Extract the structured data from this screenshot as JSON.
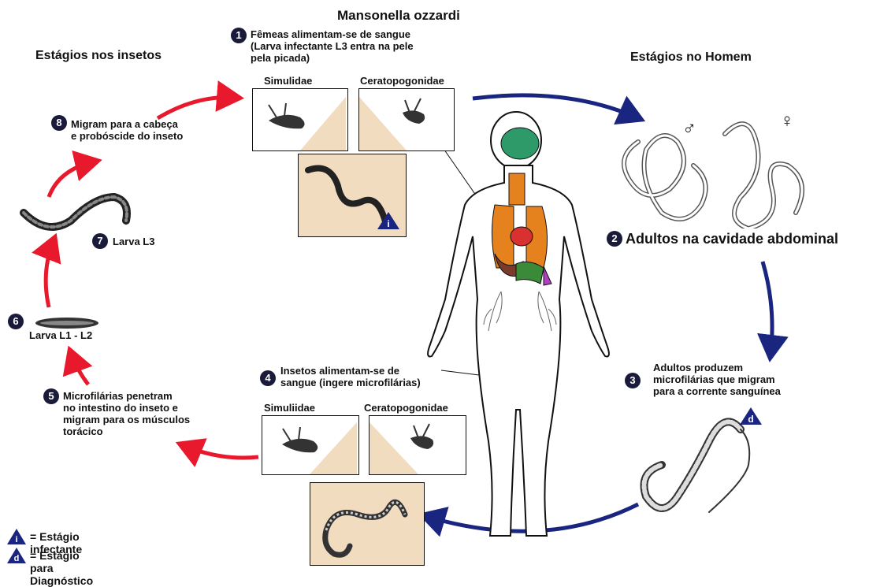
{
  "title": "Mansonella ozzardi",
  "headings": {
    "insects": "Estágios nos insetos",
    "human": "Estágios no Homem"
  },
  "steps": {
    "s1": {
      "num": "1",
      "lines": [
        "Fêmeas alimentam-se de sangue",
        "(Larva infectante L3 entra na pele",
        "pela picada)"
      ]
    },
    "s2": {
      "num": "2",
      "text": "Adultos na cavidade abdominal"
    },
    "s3": {
      "num": "3",
      "lines": [
        "Adultos produzem",
        "microfilárias que migram",
        "para a corrente sanguínea"
      ]
    },
    "s4": {
      "num": "4",
      "lines": [
        "Insetos alimentam-se de",
        "sangue (ingere microfilárias)"
      ]
    },
    "s5": {
      "num": "5",
      "lines": [
        "Microfilárias penetram",
        "no intestino do inseto e",
        "migram para os músculos",
        "torácico"
      ]
    },
    "s6": {
      "num": "6",
      "text": "Larva L1 - L2"
    },
    "s7": {
      "num": "7",
      "text": "Larva L3"
    },
    "s8": {
      "num": "8",
      "lines": [
        "Migram para a cabeça",
        "e probóscide do inseto"
      ]
    }
  },
  "panels": {
    "top_left": "Simulidae",
    "top_right": "Ceratopogonidae",
    "bottom_left": "Simuliidae",
    "bottom_right": "Ceratopogonidae"
  },
  "sex_symbols": {
    "male": "♂",
    "female": "♀"
  },
  "legend": {
    "infective_letter": "i",
    "infective": "= Estágio infectante",
    "diagnostic_letter": "d",
    "diagnostic": "= Estágio para Diagnóstico"
  },
  "colors": {
    "blue_arrow": "#1a2580",
    "red_arrow": "#e8192c",
    "badge": "#1a1a3a",
    "tan": "#f2dcc0",
    "brain": "#2e9a6a",
    "lungs": "#e6821e",
    "heart": "#d93030",
    "liver": "#7a3b2a",
    "intestine": "#3a8a3a"
  }
}
